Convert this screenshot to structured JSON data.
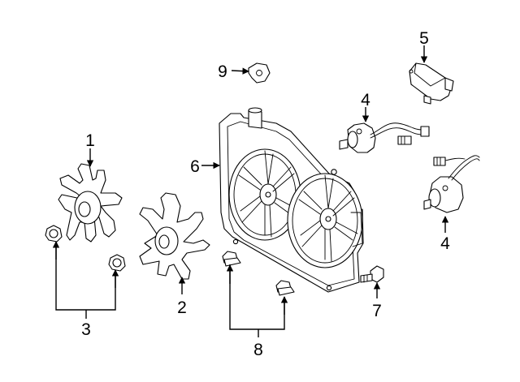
{
  "diagram": {
    "parts": [
      {
        "id": "fan-blade-left",
        "callout": "1"
      },
      {
        "id": "fan-blade-right",
        "callout": "2"
      },
      {
        "id": "fan-nut",
        "callout": "3"
      },
      {
        "id": "fan-motor",
        "callout": "4"
      },
      {
        "id": "fan-motor-second",
        "callout": "4"
      },
      {
        "id": "control-module",
        "callout": "5"
      },
      {
        "id": "fan-shroud",
        "callout": "6"
      },
      {
        "id": "shroud-bolt",
        "callout": "7"
      },
      {
        "id": "mounting-bolt",
        "callout": "8"
      },
      {
        "id": "retainer-clip",
        "callout": "9"
      }
    ]
  }
}
